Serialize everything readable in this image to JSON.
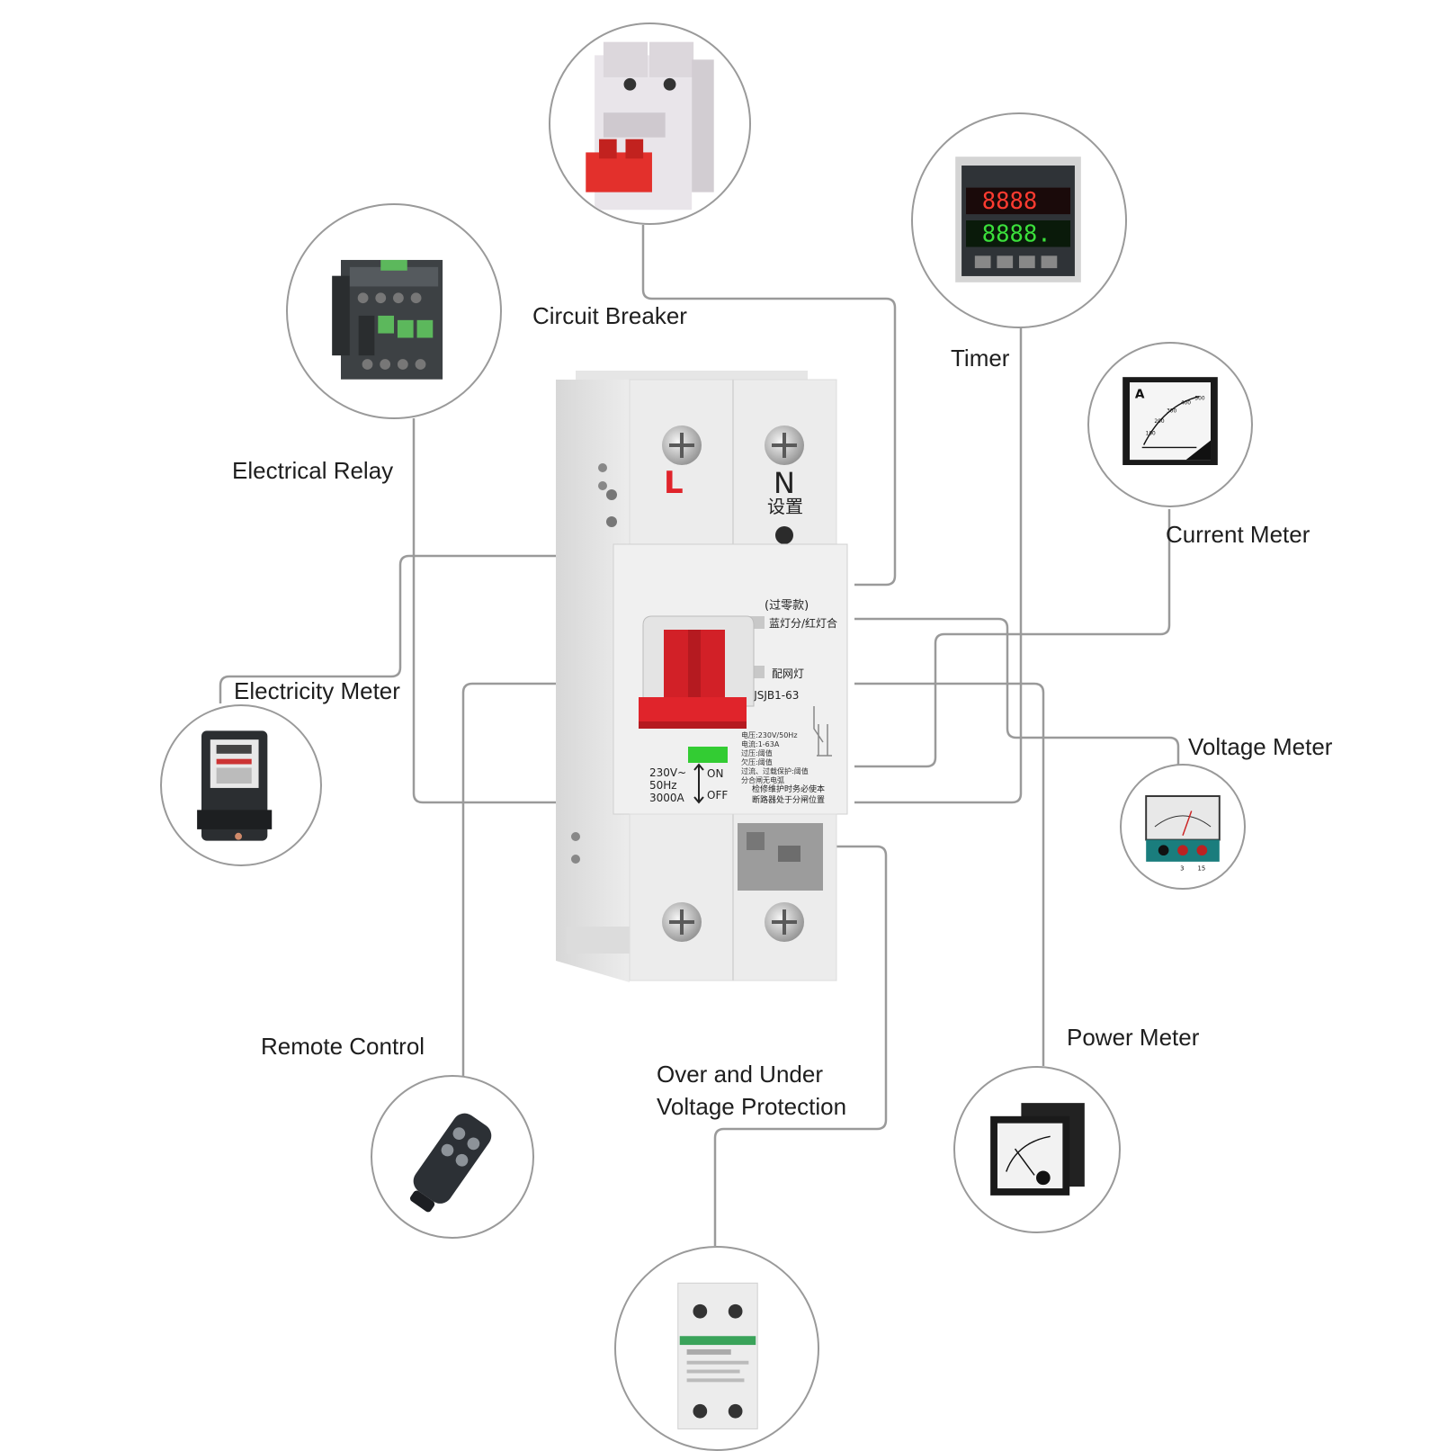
{
  "labels": {
    "circuit_breaker": "Circuit Breaker",
    "timer": "Timer",
    "electrical_relay": "Electrical Relay",
    "current_meter": "Current Meter",
    "electricity_meter": "Electricity Meter",
    "voltage_meter": "Voltage Meter",
    "remote_control": "Remote Control",
    "power_meter": "Power Meter",
    "over_under_line1": "Over and Under",
    "over_under_line2": "Voltage Protection"
  },
  "device": {
    "terminal_l": "L",
    "terminal_n": "N",
    "setting": "设置",
    "zero_crossing": "(过零款)",
    "indicator_text": "蓝灯分/红灯合",
    "network_light": "配网灯",
    "model": "ZJSJB1-63",
    "spec_1": "230V~",
    "spec_2": "50Hz",
    "spec_3": "3000A",
    "on": "ON",
    "off": "OFF",
    "params_1": "电压:230V/50Hz",
    "params_2": "电流:1-63A",
    "params_3": "过压:阈值",
    "params_4": "欠压:阈值",
    "params_5": "过流、过载保护:阈值",
    "params_6": "分合闸无电弧",
    "warning_1": "检修维护时务必使本",
    "warning_2": "断路器处于分闸位置"
  },
  "icons": {
    "timer_digits_top": "8888",
    "timer_digits_bottom": "8888.",
    "ammeter_letter": "A",
    "ammeter_scale_1": "100",
    "ammeter_scale_2": "200",
    "ammeter_scale_3": "300",
    "ammeter_scale_4": "400",
    "ammeter_scale_5": "500",
    "voltmeter_range_1": "3",
    "voltmeter_range_2": "15"
  },
  "colors": {
    "line": "#9a9a9a",
    "accent_red": "#e0242b",
    "indicator_green": "#33cc33",
    "device_body": "#ececec"
  }
}
